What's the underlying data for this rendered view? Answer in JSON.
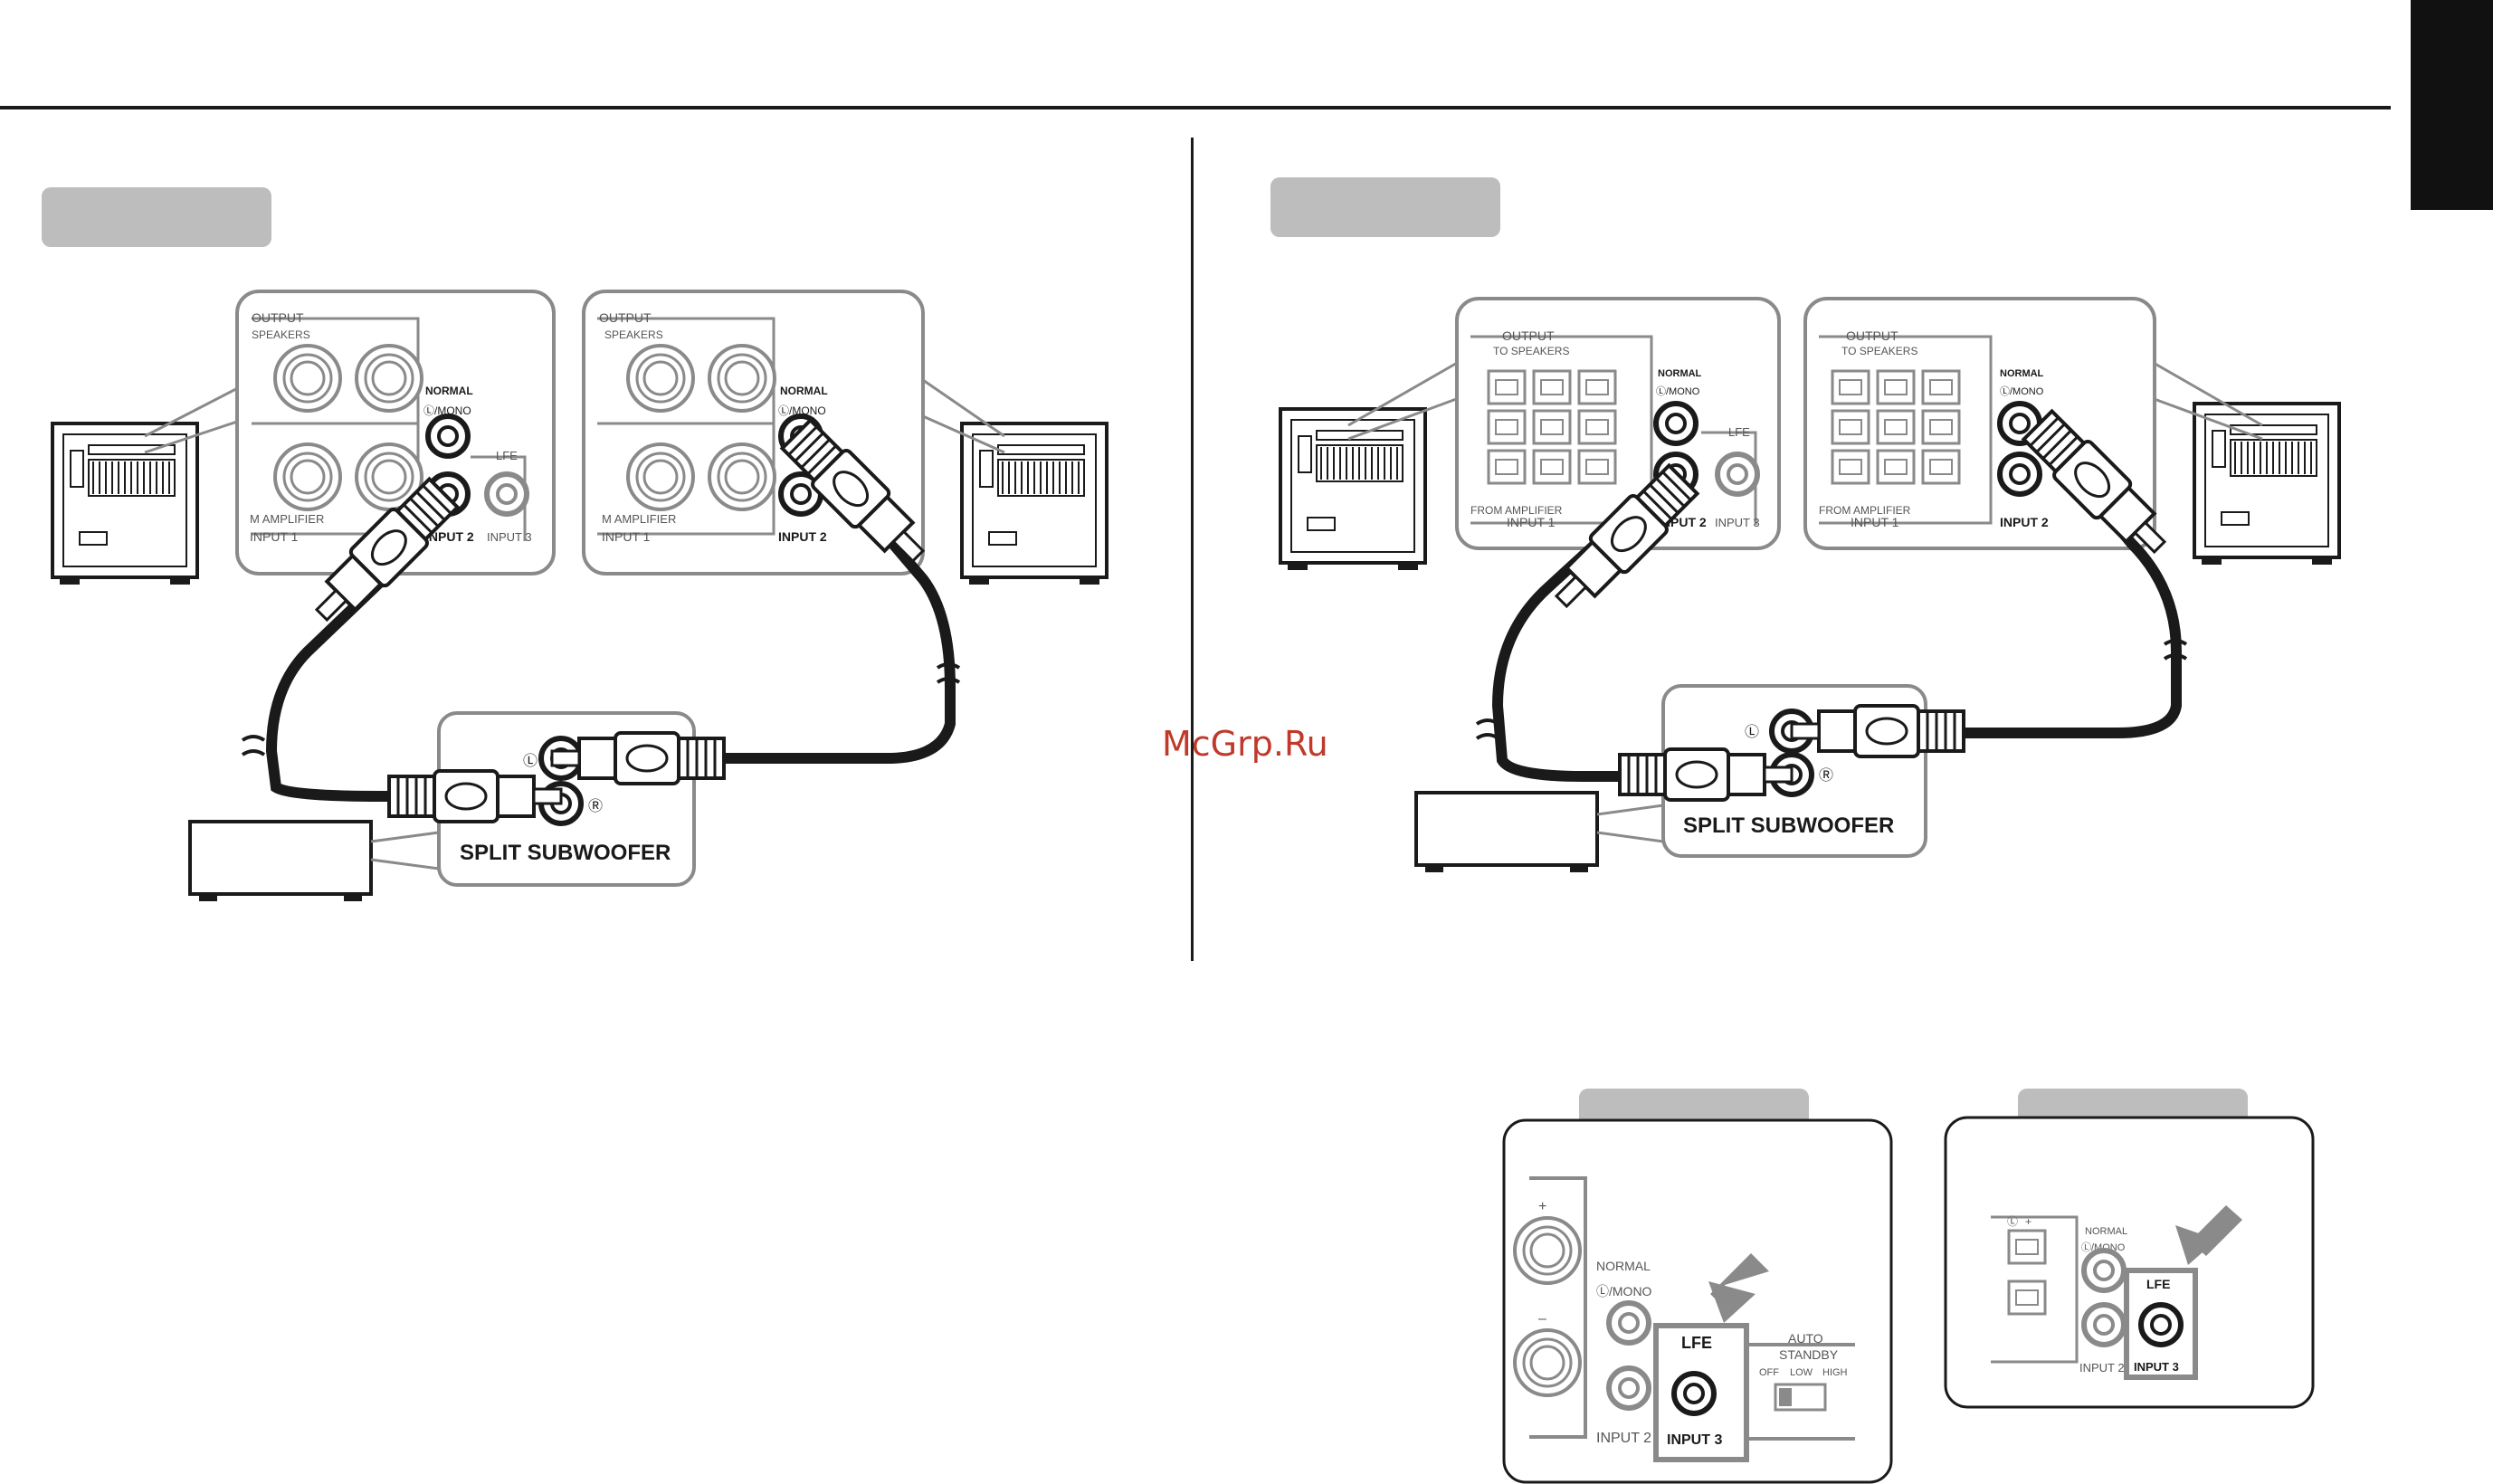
{
  "watermark": "McGrp.Ru",
  "panel_labels": {
    "output": "OUTPUT",
    "to_speakers": "TO SPEAKERS",
    "speakers": "SPEAKERS",
    "from_amplifier": "FROM AMPLIFIER",
    "m_amplifier": "M AMPLIFIER",
    "input1": "INPUT 1",
    "input2": "INPUT 2",
    "input3": "INPUT 3",
    "normal": "NORMAL",
    "l_mono": "Ⓛ/MONO",
    "l": "Ⓛ",
    "r": "Ⓡ",
    "lfe": "LFE",
    "plus": "+",
    "minus": "–",
    "auto_standby": "AUTO",
    "standby": "STANDBY",
    "off": "OFF",
    "low": "LOW",
    "high": "HIGH",
    "split_subwoofer": "SPLIT SUBWOOFER"
  },
  "colors": {
    "line": "#1a1a1a",
    "panel_gray": "#8a8a8a",
    "pill": "#bdbdbd",
    "watermark": "#c0392b"
  }
}
